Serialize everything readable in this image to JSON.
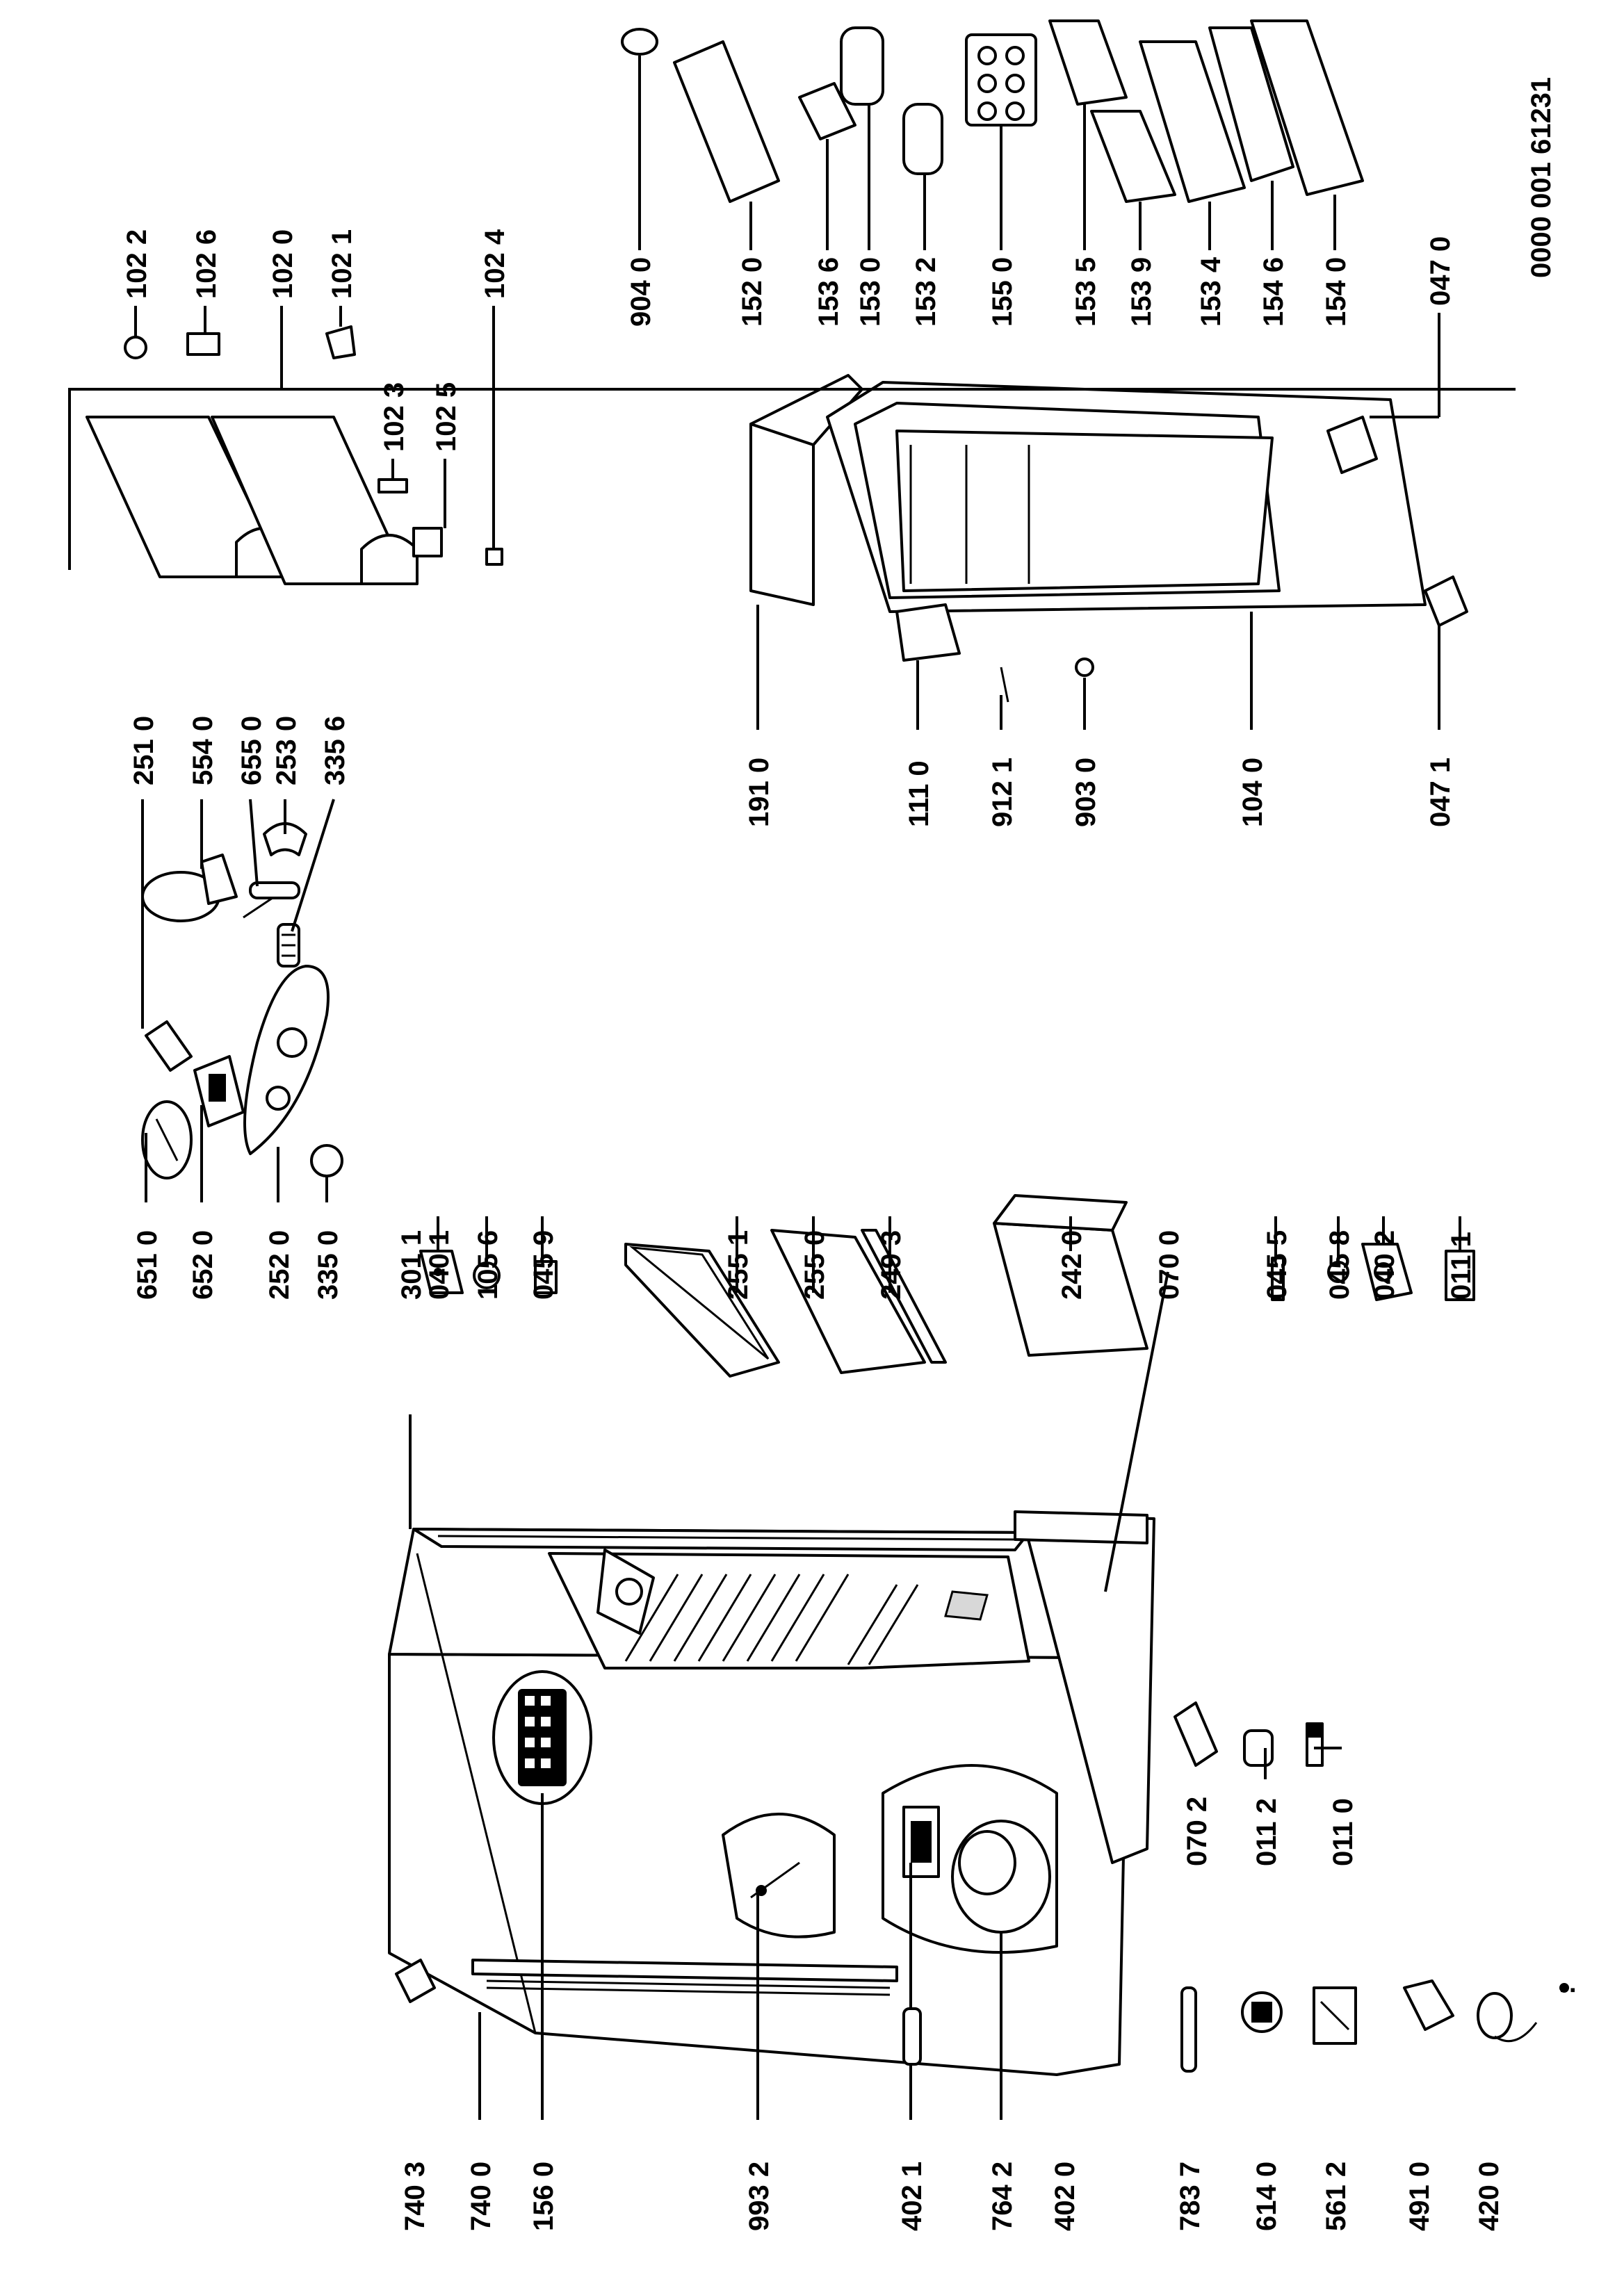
{
  "drawing_id": "0000 001 61231",
  "labels": {
    "l_7403": "740 3",
    "l_7400": "740 0",
    "l_1560": "156 0",
    "l_9932": "993 2",
    "l_4021": "402 1",
    "l_7642": "764 2",
    "l_4020": "402 0",
    "l_7837": "783 7",
    "l_6140": "614 0",
    "l_5612": "561 2",
    "l_4910": "491 0",
    "l_4200": "420 0",
    "l_0702": "070 2",
    "l_0112": "011 2",
    "l_0110": "011 0",
    "l_6510": "651 0",
    "l_6520": "652 0",
    "l_2520": "252 0",
    "l_3350": "335 0",
    "l_3011": "301 1",
    "l_0401": "040 1",
    "l_1056": "105 6",
    "l_0459": "045 9",
    "l_2551": "255 1",
    "l_2550": "255 0",
    "l_2493": "249 3",
    "l_2420": "242 0",
    "l_0700": "070 0",
    "l_0455": "045 5",
    "l_0458": "045 8",
    "l_0402": "040 2",
    "l_0111": "011 1",
    "l_2510": "251 0",
    "l_5540": "554 0",
    "l_6550": "655 0",
    "l_2530": "253 0",
    "l_3356": "335 6",
    "l_1910": "191 0",
    "l_1110": "111 0",
    "l_9121": "912 1",
    "l_9030": "903 0",
    "l_1040": "104 0",
    "l_0471": "047 1",
    "l_1022": "102 2",
    "l_1026": "102 6",
    "l_1020": "102 0",
    "l_1021": "102 1",
    "l_1023": "102 3",
    "l_1025": "102 5",
    "l_1024": "102 4",
    "l_9040": "904 0",
    "l_1520": "152 0",
    "l_1536": "153 6",
    "l_1530": "153 0",
    "l_1532": "153 2",
    "l_1550": "155 0",
    "l_1535": "153 5",
    "l_1539": "153 9",
    "l_1534": "153 4",
    "l_1546": "154 6",
    "l_1540": "154 0",
    "l_0470": "047 0"
  },
  "more_marker": ":"
}
